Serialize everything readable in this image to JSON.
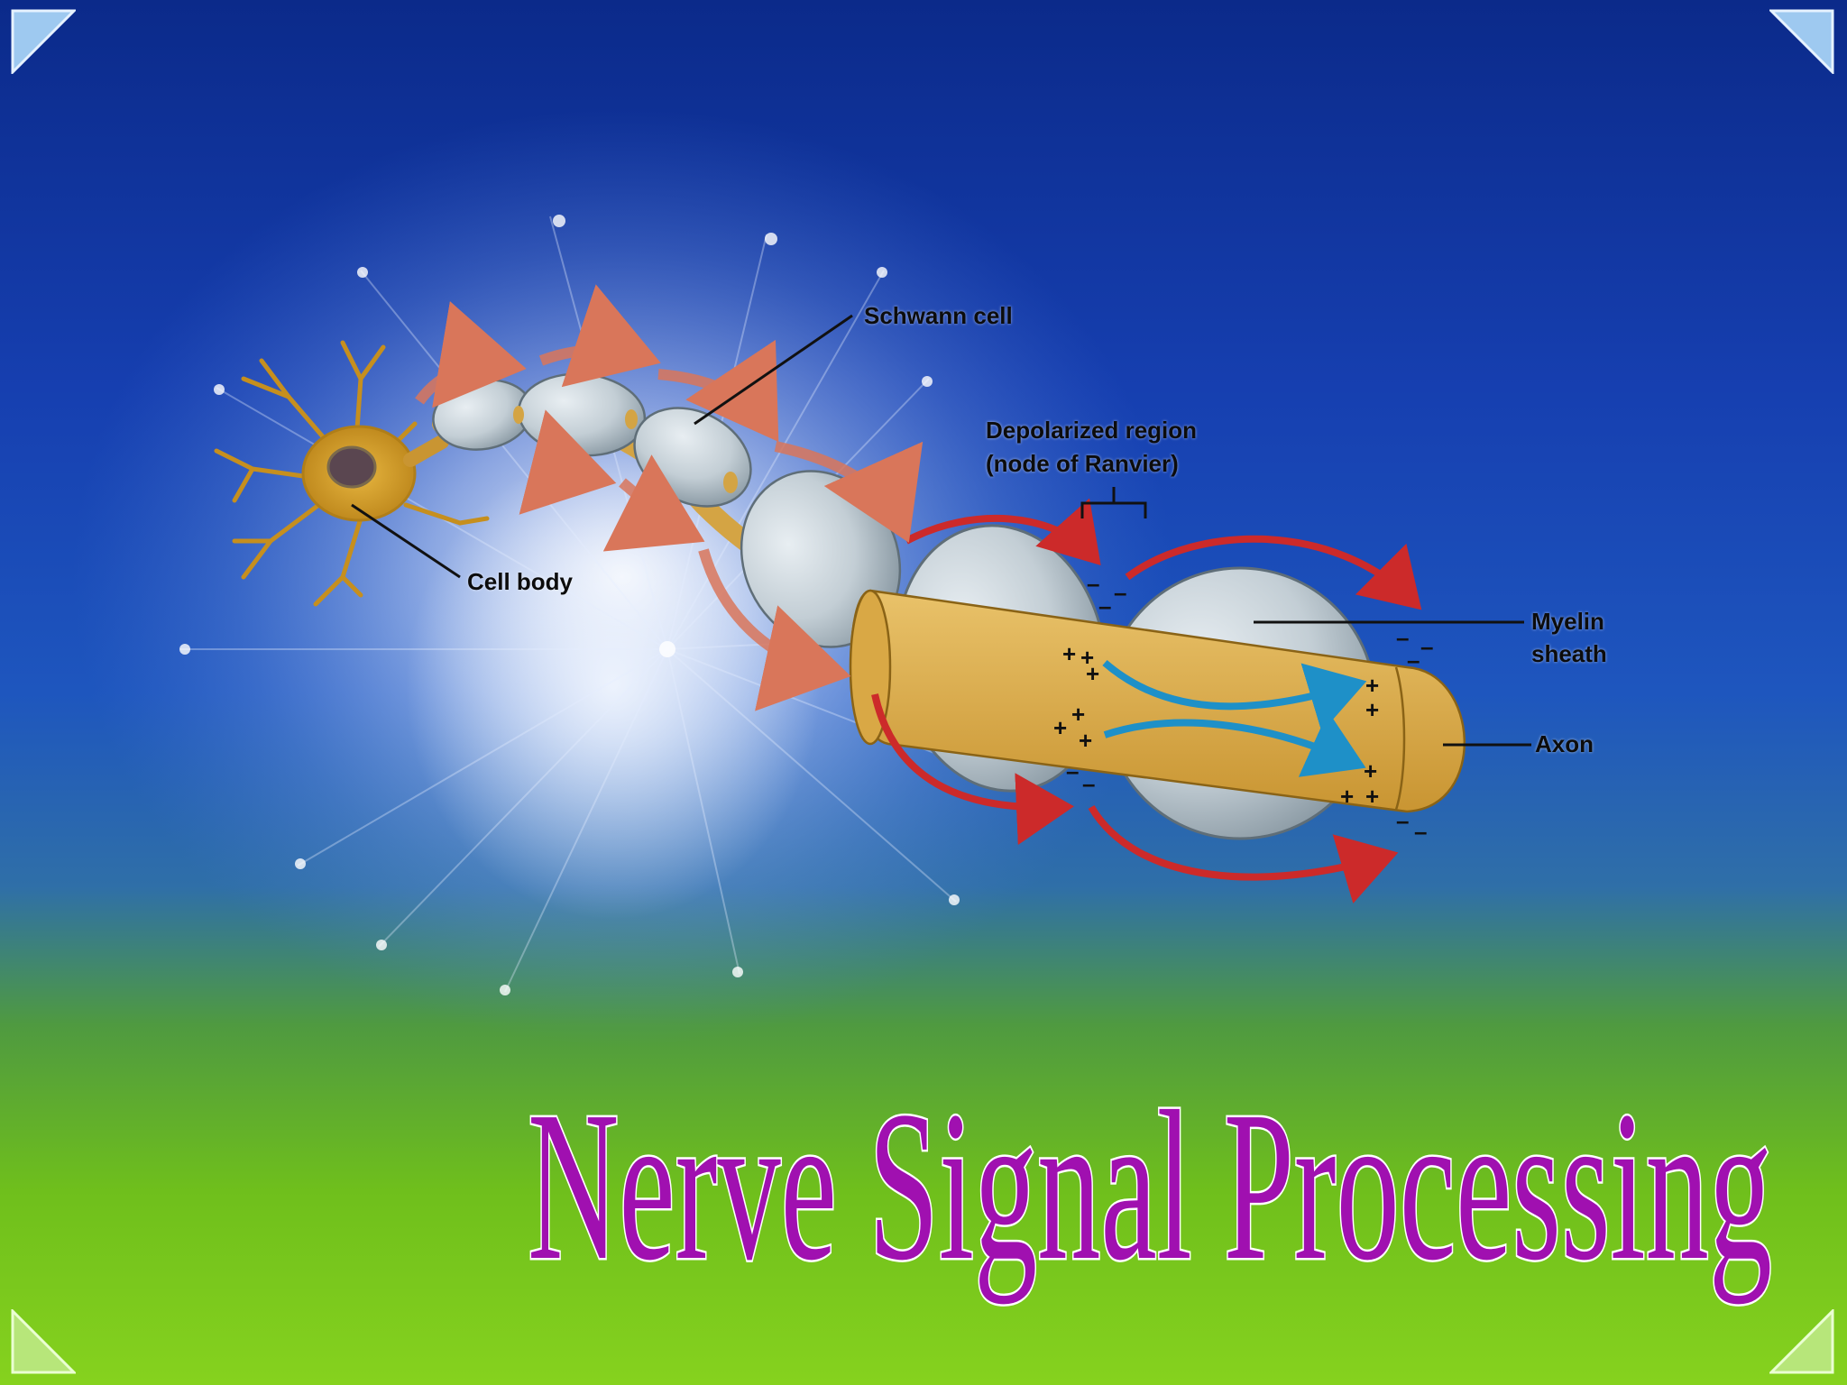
{
  "slide": {
    "title": "Nerve Signal Processing",
    "title_color": "#a010b0",
    "title_outline": "#ffffff",
    "background_colors": [
      "#0b2a8a",
      "#1e56be",
      "#6fbf1c"
    ]
  },
  "diagram": {
    "labels": {
      "schwann_cell": "Schwann cell",
      "depolarized_region": "Depolarized region",
      "node_of_ranvier": "(node of Ranvier)",
      "cell_body": "Cell body",
      "myelin_line1": "Myelin",
      "myelin_line2": "sheath",
      "axon": "Axon"
    },
    "charges": {
      "positive": "+",
      "negative": "–"
    },
    "colors": {
      "cell_body": "#d9a02e",
      "myelin": "#c9d3d8",
      "axon": "#e0b34a",
      "outer_current_arrows": "#cc2a2a",
      "inner_current_arrows": "#1e90c8"
    }
  },
  "decor": {
    "corner_icons": [
      "corner-triangle-top-left",
      "corner-triangle-top-right",
      "corner-triangle-bottom-left",
      "corner-triangle-bottom-right"
    ]
  }
}
